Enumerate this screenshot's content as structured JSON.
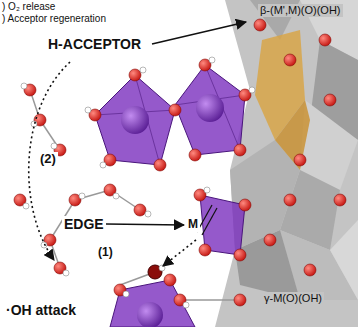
{
  "diagram": {
    "labels": [
      ") O₂ release",
      ") Acceptor regeneration",
      "β-(M',M)(O)(OH)",
      "H-ACCEPTOR",
      "(2)",
      "EDGE",
      "M",
      "(1)",
      "·OH attack",
      "γ-M(O)(OH)"
    ]
  }
}
